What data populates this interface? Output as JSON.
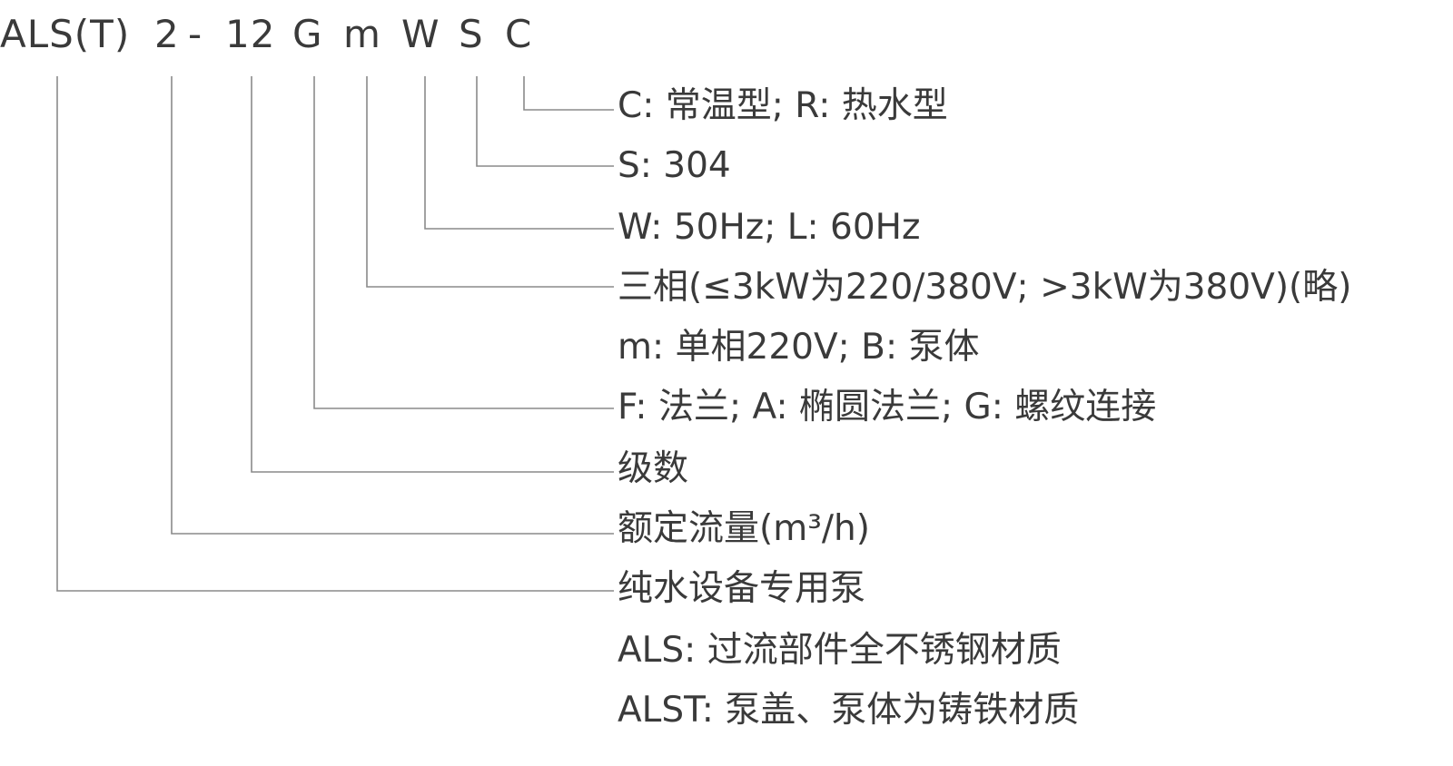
{
  "model_code": {
    "segments": [
      {
        "key": "series",
        "text": "ALS(T)"
      },
      {
        "key": "flow",
        "text": "2"
      },
      {
        "key": "dash",
        "text": "-"
      },
      {
        "key": "stages",
        "text": "12"
      },
      {
        "key": "connection",
        "text": "G"
      },
      {
        "key": "phase",
        "text": "m"
      },
      {
        "key": "frequency",
        "text": "W"
      },
      {
        "key": "material",
        "text": "S"
      },
      {
        "key": "temperature",
        "text": "C"
      }
    ]
  },
  "descriptions": [
    {
      "key": "temperature",
      "text": "C: 常温型; R: 热水型"
    },
    {
      "key": "material",
      "text": "S: 304"
    },
    {
      "key": "frequency",
      "text": "W: 50Hz; L: 60Hz"
    },
    {
      "key": "phase",
      "text": "三相(≤3kW为220/380V; >3kW为380V)(略)"
    },
    {
      "key": "phase_single",
      "text": "m: 单相220V; B: 泵体"
    },
    {
      "key": "connection",
      "text": "F: 法兰; A: 椭圆法兰; G: 螺纹连接"
    },
    {
      "key": "stages",
      "text": "级数"
    },
    {
      "key": "flow",
      "text": "额定流量(m³/h)"
    },
    {
      "key": "series",
      "text": "纯水设备专用泵"
    },
    {
      "key": "series_als",
      "text": "ALS: 过流部件全不锈钢材质"
    },
    {
      "key": "series_alst",
      "text": "ALST: 泵盖、泵体为铸铁材质"
    }
  ],
  "colors": {
    "text": "#3a3a3a",
    "line": "#8a8a8a"
  }
}
